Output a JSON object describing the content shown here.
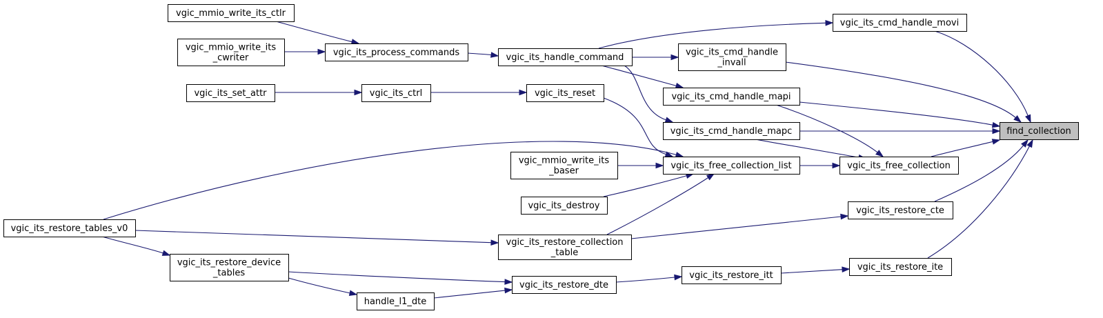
{
  "graph": {
    "type": "call-graph",
    "root": "find_collection",
    "colors": {
      "edge": "#191970",
      "root_fill": "#bfbfbf",
      "node_fill": "#ffffff",
      "node_border": "#000000"
    },
    "nodes": [
      {
        "id": "find_collection",
        "lines": [
          "find_collection"
        ],
        "root": true
      },
      {
        "id": "vgic_its_cmd_handle_movi",
        "lines": [
          "vgic_its_cmd_handle_movi"
        ]
      },
      {
        "id": "vgic_its_cmd_handle_invall",
        "lines": [
          "vgic_its_cmd_handle",
          "_invall"
        ]
      },
      {
        "id": "vgic_its_cmd_handle_mapi",
        "lines": [
          "vgic_its_cmd_handle_mapi"
        ]
      },
      {
        "id": "vgic_its_cmd_handle_mapc",
        "lines": [
          "vgic_its_cmd_handle_mapc"
        ]
      },
      {
        "id": "vgic_its_free_collection",
        "lines": [
          "vgic_its_free_collection"
        ]
      },
      {
        "id": "vgic_its_restore_cte",
        "lines": [
          "vgic_its_restore_cte"
        ]
      },
      {
        "id": "vgic_its_restore_ite",
        "lines": [
          "vgic_its_restore_ite"
        ]
      },
      {
        "id": "vgic_its_handle_command",
        "lines": [
          "vgic_its_handle_command"
        ]
      },
      {
        "id": "vgic_its_process_commands",
        "lines": [
          "vgic_its_process_commands"
        ]
      },
      {
        "id": "vgic_mmio_write_its_ctlr",
        "lines": [
          "vgic_mmio_write_its_ctlr"
        ]
      },
      {
        "id": "vgic_mmio_write_its_cwriter",
        "lines": [
          "vgic_mmio_write_its",
          "_cwriter"
        ]
      },
      {
        "id": "vgic_its_free_collection_list",
        "lines": [
          "vgic_its_free_collection_list"
        ]
      },
      {
        "id": "vgic_its_reset",
        "lines": [
          "vgic_its_reset"
        ]
      },
      {
        "id": "vgic_its_ctrl",
        "lines": [
          "vgic_its_ctrl"
        ]
      },
      {
        "id": "vgic_its_set_attr",
        "lines": [
          "vgic_its_set_attr"
        ]
      },
      {
        "id": "vgic_mmio_write_its_baser",
        "lines": [
          "vgic_mmio_write_its",
          "_baser"
        ]
      },
      {
        "id": "vgic_its_destroy",
        "lines": [
          "vgic_its_destroy"
        ]
      },
      {
        "id": "vgic_its_restore_collection_table",
        "lines": [
          "vgic_its_restore_collection",
          "_table"
        ]
      },
      {
        "id": "vgic_its_restore_tables_v0",
        "lines": [
          "vgic_its_restore_tables_v0"
        ]
      },
      {
        "id": "vgic_its_restore_itt",
        "lines": [
          "vgic_its_restore_itt"
        ]
      },
      {
        "id": "vgic_its_restore_dte",
        "lines": [
          "vgic_its_restore_dte"
        ]
      },
      {
        "id": "vgic_its_restore_device_tables",
        "lines": [
          "vgic_its_restore_device",
          "_tables"
        ]
      },
      {
        "id": "handle_l1_dte",
        "lines": [
          "handle_l1_dte"
        ]
      }
    ],
    "edges": [
      {
        "from": "vgic_its_cmd_handle_movi",
        "to": "find_collection"
      },
      {
        "from": "vgic_its_cmd_handle_invall",
        "to": "find_collection"
      },
      {
        "from": "vgic_its_cmd_handle_mapi",
        "to": "find_collection"
      },
      {
        "from": "vgic_its_cmd_handle_mapc",
        "to": "find_collection"
      },
      {
        "from": "vgic_its_free_collection",
        "to": "find_collection"
      },
      {
        "from": "vgic_its_restore_cte",
        "to": "find_collection"
      },
      {
        "from": "vgic_its_restore_ite",
        "to": "find_collection"
      },
      {
        "from": "vgic_its_handle_command",
        "to": "vgic_its_cmd_handle_movi"
      },
      {
        "from": "vgic_its_handle_command",
        "to": "vgic_its_cmd_handle_invall"
      },
      {
        "from": "vgic_its_handle_command",
        "to": "vgic_its_cmd_handle_mapi"
      },
      {
        "from": "vgic_its_handle_command",
        "to": "vgic_its_cmd_handle_mapc"
      },
      {
        "from": "vgic_its_process_commands",
        "to": "vgic_its_handle_command"
      },
      {
        "from": "vgic_mmio_write_its_ctlr",
        "to": "vgic_its_process_commands"
      },
      {
        "from": "vgic_mmio_write_its_cwriter",
        "to": "vgic_its_process_commands"
      },
      {
        "from": "vgic_its_cmd_handle_mapi",
        "to": "vgic_its_free_collection"
      },
      {
        "from": "vgic_its_cmd_handle_mapc",
        "to": "vgic_its_free_collection"
      },
      {
        "from": "vgic_its_free_collection_list",
        "to": "vgic_its_free_collection"
      },
      {
        "from": "vgic_its_reset",
        "to": "vgic_its_free_collection_list"
      },
      {
        "from": "vgic_its_ctrl",
        "to": "vgic_its_reset"
      },
      {
        "from": "vgic_its_set_attr",
        "to": "vgic_its_ctrl"
      },
      {
        "from": "vgic_mmio_write_its_baser",
        "to": "vgic_its_free_collection_list"
      },
      {
        "from": "vgic_its_destroy",
        "to": "vgic_its_free_collection_list"
      },
      {
        "from": "vgic_its_restore_collection_table",
        "to": "vgic_its_free_collection_list"
      },
      {
        "from": "vgic_its_restore_tables_v0",
        "to": "vgic_its_free_collection_list"
      },
      {
        "from": "vgic_its_restore_collection_table",
        "to": "vgic_its_restore_cte"
      },
      {
        "from": "vgic_its_restore_tables_v0",
        "to": "vgic_its_restore_collection_table"
      },
      {
        "from": "vgic_its_restore_itt",
        "to": "vgic_its_restore_ite"
      },
      {
        "from": "vgic_its_restore_dte",
        "to": "vgic_its_restore_itt"
      },
      {
        "from": "vgic_its_restore_device_tables",
        "to": "vgic_its_restore_dte"
      },
      {
        "from": "handle_l1_dte",
        "to": "vgic_its_restore_dte"
      },
      {
        "from": "vgic_its_restore_device_tables",
        "to": "handle_l1_dte"
      },
      {
        "from": "vgic_its_restore_tables_v0",
        "to": "vgic_its_restore_device_tables"
      }
    ]
  }
}
